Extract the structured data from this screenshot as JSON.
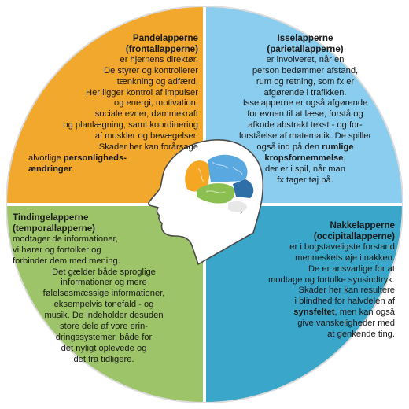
{
  "colors": {
    "frontal": "#f2a82c",
    "parietal": "#8bcdee",
    "temporal": "#9dc468",
    "occipital": "#3aa6c9",
    "outline": "#6c6c6c",
    "brain_frontal": "#f5a623",
    "brain_parietal": "#5aa8e0",
    "brain_temporal": "#8cbf52",
    "brain_occipital": "#2e6fa7",
    "brain_cerebellum": "#e8e8e8"
  },
  "quadrants": {
    "frontal": {
      "title": "Pandelapperne",
      "subtitle": "(frontallapperne)",
      "lines": [
        "er hjernens direktør.",
        "De styrer og kontrollerer",
        "tænkning og adfærd.",
        "Her ligger kontrol af impulser",
        "og energi, motivation,",
        "sociale evner, dømmekraft",
        "og planlægning, samt koordinering",
        "af muskler og bevægelser.",
        "Skader her kan forårsage",
        "alvorlige "
      ],
      "bold1": "personligheds-",
      "bold2": "ændringer",
      "end": "."
    },
    "parietal": {
      "title": "Isselapperne",
      "subtitle": "(parietallapperne)",
      "lines": [
        "er involveret, når en",
        "person bedømmer afstand,",
        "rum og retning, som fx er",
        "afgørende i trafikken.",
        "Isselapperne er også afgørende",
        "for evnen til at læse, forstå og",
        "afkode abstrakt tekst - og for-",
        "forståelse af matematik. De spiller",
        "også ind på den "
      ],
      "bold1": "rumlige",
      "bold2": "kropsfornemmelse",
      "after": ",",
      "lines2": [
        "der er i spil, når man",
        "fx tager tøj på."
      ]
    },
    "temporal": {
      "title": "Tindingelapperne",
      "subtitle": "(temporallapperne)",
      "lines": [
        "modtager de informationer,",
        "vi hører og fortolker og",
        "forbinder dem med mening.",
        "Det gælder både sproglige",
        "informationer og mere",
        "følelsesmæssige informationer,",
        "eksempelvis tonefald - og",
        "musik. De indeholder desuden",
        "store dele af vore erin-",
        "dringssystemer, både for",
        "det nyligt oplevede og",
        "det fra tidligere."
      ]
    },
    "occipital": {
      "title": "Nakkelapperne",
      "subtitle": "(occipitallapperne)",
      "lines": [
        "er i bogstaveligste forstand",
        "menneskets øje i nakken.",
        "De er ansvarlige for at",
        "modtage og fortolke synsindtryk.",
        "Skader her kan resultere",
        "i blindhed for halvdelen af"
      ],
      "bold1": "synsfeltet",
      "after": ", men kan også",
      "lines2": [
        "give vanskeligheder med",
        "at genkende ting."
      ]
    }
  }
}
